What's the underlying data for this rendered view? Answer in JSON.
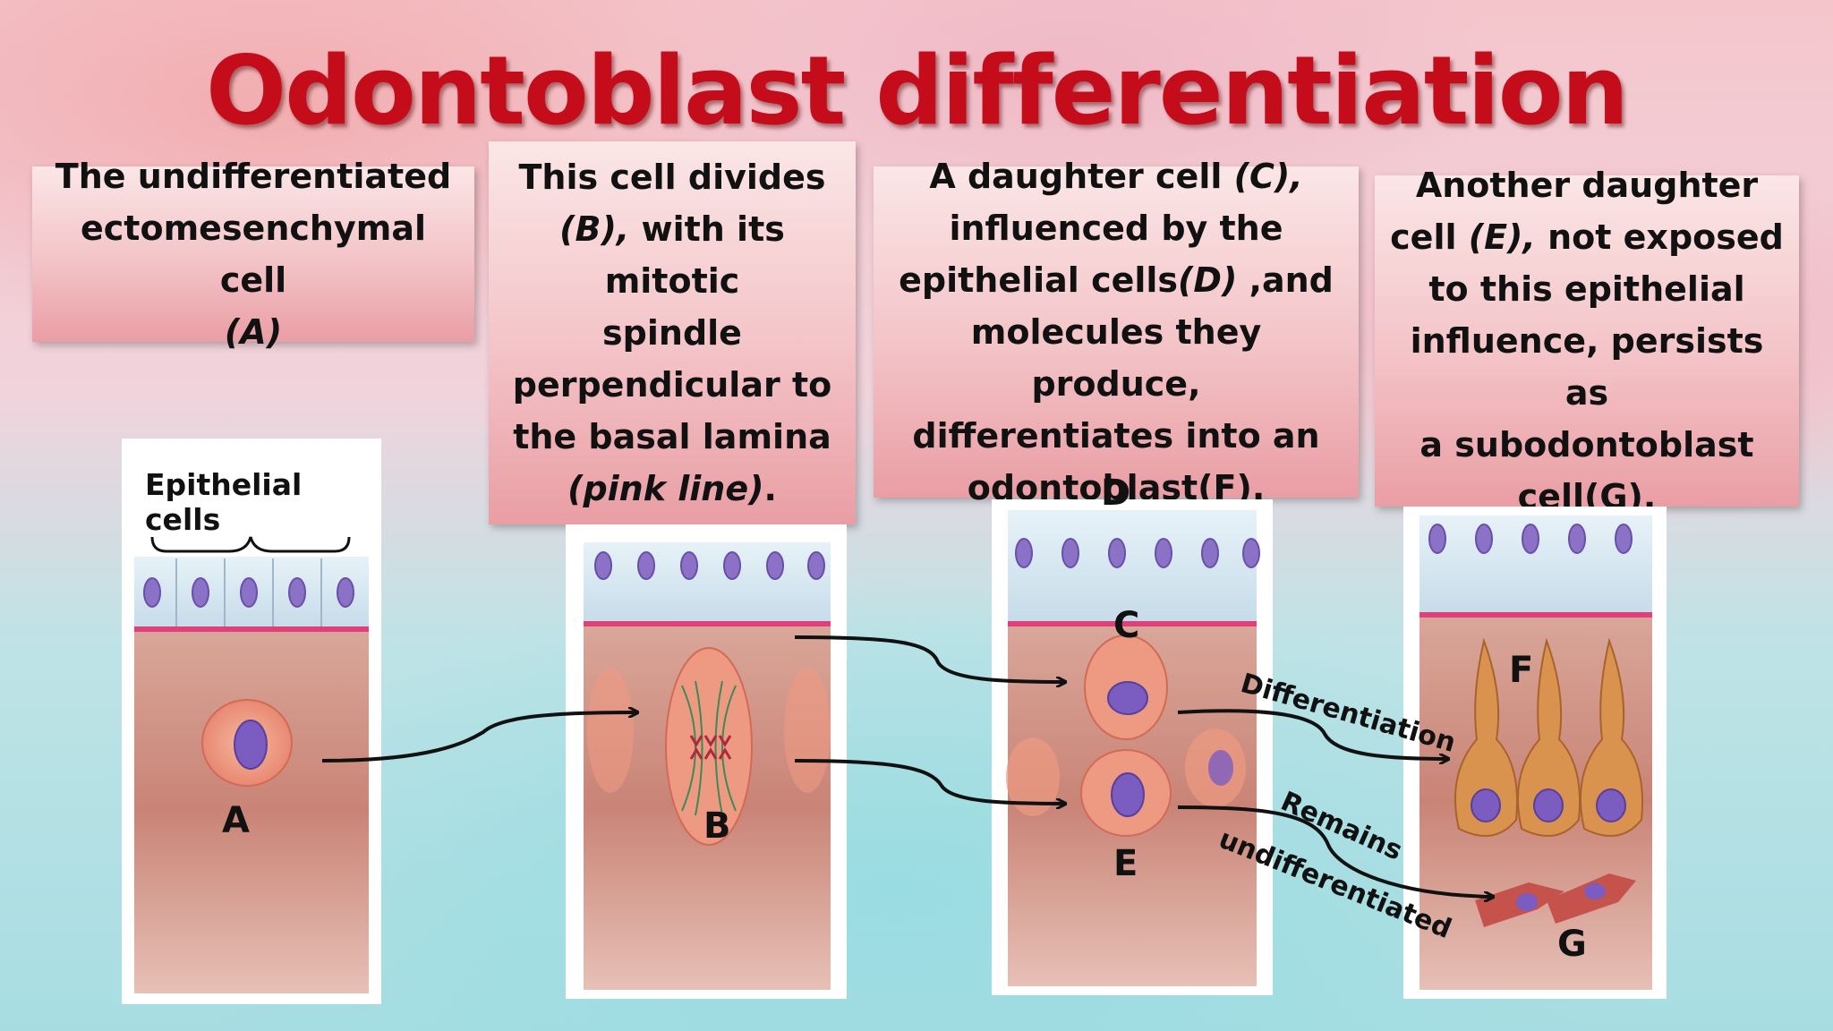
{
  "title": "Odontoblast differentiation",
  "boxes": {
    "a": {
      "line1": "The undifferentiated",
      "line2": "ectomesenchymal cell",
      "line3": "(A)"
    },
    "b": {
      "l1": "This cell divides",
      "l2_i": "(B),",
      "l2": " with its",
      "l3": "mitotic",
      "l4": "spindle",
      "l5": "perpendicular to",
      "l6": "the basal lamina",
      "l7_i": "(pink line)",
      "l7": "."
    },
    "c": {
      "l1": "A daughter cell ",
      "l1_i": "(C),",
      "l2": "influenced by the",
      "l3": "epithelial cells",
      "l3_i": "(D)",
      "l3b": " ,and",
      "l4": "molecules they produce,",
      "l5": "differentiates into an",
      "l6": "odontoblast(F)."
    },
    "e": {
      "l1": "Another daughter",
      "l2a": "cell ",
      "l2_i": "(E),",
      "l2b": " not exposed",
      "l3": "to this epithelial",
      "l4": "influence, persists as",
      "l5": "a subodontoblast",
      "l6": "cell(G)."
    }
  },
  "labels": {
    "epithelial": "Epithelial cells",
    "A": "A",
    "B": "B",
    "C": "C",
    "D": "D",
    "E": "E",
    "F": "F",
    "G": "G",
    "differentiation": "Differentiation",
    "remains": "Remains",
    "undifferentiated": "undifferentiated"
  },
  "colors": {
    "title": "#c40c1b",
    "basal_lamina": "#e0407a",
    "nucleus": "#7b5cc0",
    "cell_body": "#f0a089",
    "tissue": "#c98476"
  }
}
